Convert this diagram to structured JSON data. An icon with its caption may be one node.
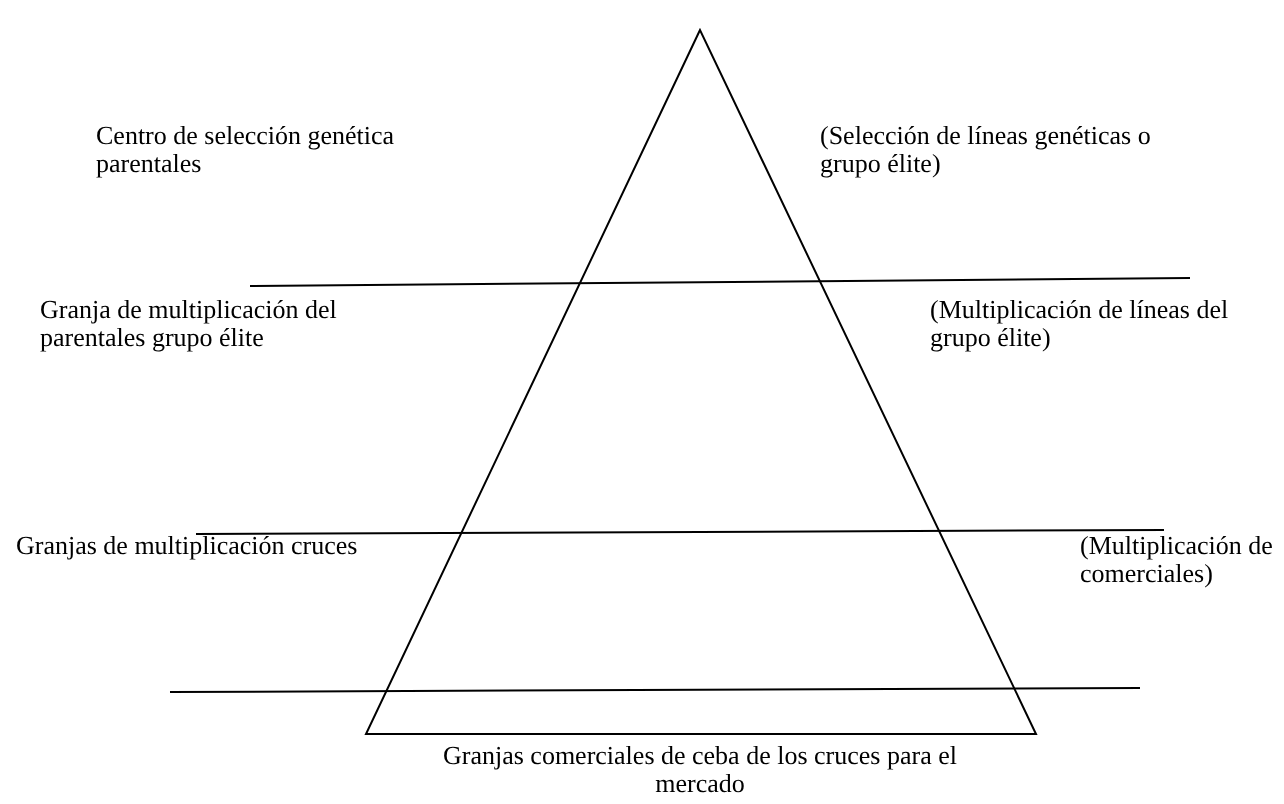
{
  "diagram": {
    "labels": [
      "Centro de selección genética parentales",
      "(Selección de líneas genéticas o grupo élite)",
      "Granja de multiplicación del parentales grupo élite",
      "(Multiplicación de líneas del grupo élite)",
      "Granjas de multiplicación cruces",
      "(Multiplicación de comerciales)",
      "Granjas comerciales de ceba de los cruces para el mercado"
    ]
  }
}
